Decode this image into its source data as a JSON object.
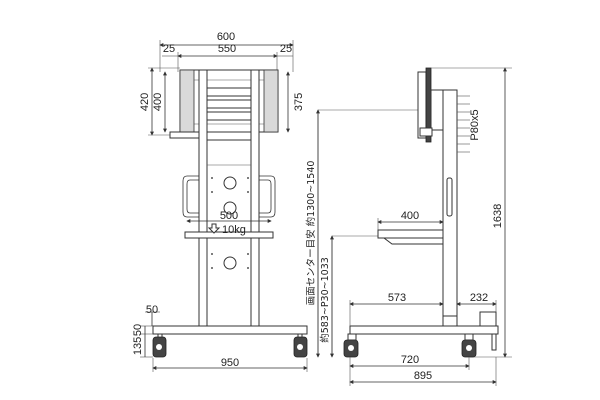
{
  "front_view": {
    "width_total": "600",
    "width_inner": "550",
    "margin_left": "25",
    "margin_right": "25",
    "height_outer": "420",
    "height_inner": "400",
    "mount_height": "375",
    "shelf_width": "500",
    "shelf_load": "10kg",
    "base_width": "950",
    "foot_height": "50",
    "caster_height_a": "135",
    "caster_height_b": "50"
  },
  "side_view": {
    "pitch_label": "P80x5",
    "center_height_label": "画面センター目安 約1300~1540",
    "shelf_height_label": "約583~P30~1033",
    "shelf_depth": "400",
    "total_height": "1638",
    "base_depth_a": "573",
    "base_depth_b": "232",
    "caster_span": "720",
    "total_depth": "895"
  }
}
